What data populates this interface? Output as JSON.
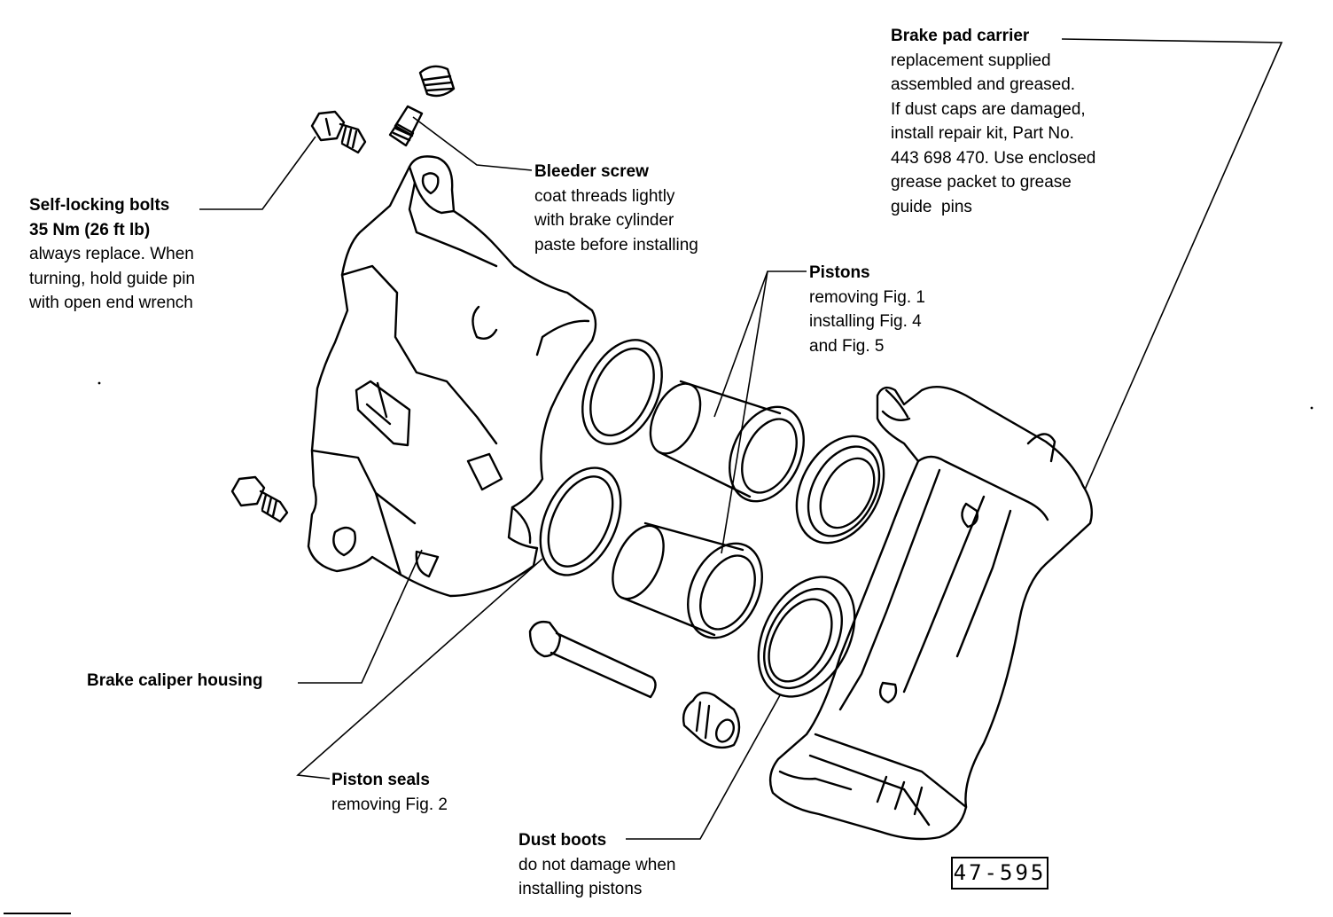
{
  "figure_number": "47-595",
  "callouts": {
    "self_locking_bolts": {
      "title": "Self-locking bolts",
      "lines": [
        "35 Nm (26 ft lb)",
        "always replace. When",
        "turning, hold guide pin",
        "with open end wrench"
      ]
    },
    "bleeder_screw": {
      "title": "Bleeder screw",
      "lines": [
        "coat threads lightly",
        "with brake cylinder",
        "paste before installing"
      ]
    },
    "brake_pad_carrier": {
      "title": "Brake pad carrier",
      "lines": [
        "replacement supplied",
        "assembled and greased.",
        "If dust caps are damaged,",
        "install repair kit, Part No.",
        "443 698 470. Use enclosed",
        "grease packet to grease",
        "guide  pins"
      ]
    },
    "pistons": {
      "title": "Pistons",
      "lines": [
        "removing Fig. 1",
        "installing Fig. 4",
        "and Fig. 5"
      ]
    },
    "brake_caliper_housing": {
      "title": "Brake caliper housing",
      "lines": []
    },
    "piston_seals": {
      "title": "Piston seals",
      "lines": [
        "removing Fig. 2"
      ]
    },
    "dust_boots": {
      "title": "Dust boots",
      "lines": [
        "do not damage when",
        "installing pistons"
      ]
    }
  }
}
